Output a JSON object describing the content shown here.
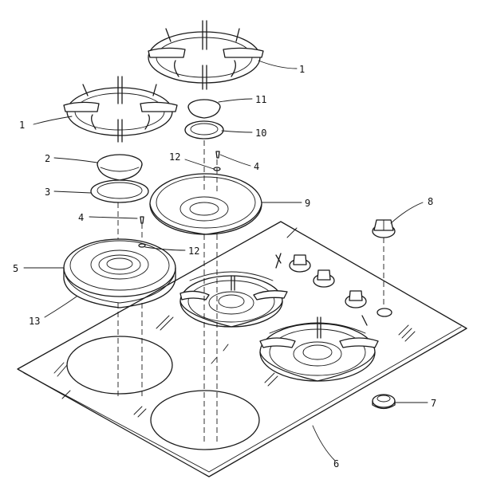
{
  "callouts": [
    {
      "id": "c1a",
      "text": "1"
    },
    {
      "id": "c1b",
      "text": "1"
    },
    {
      "id": "c2",
      "text": "2"
    },
    {
      "id": "c3",
      "text": "3"
    },
    {
      "id": "c4a",
      "text": "4"
    },
    {
      "id": "c4b",
      "text": "4"
    },
    {
      "id": "c5",
      "text": "5"
    },
    {
      "id": "c6",
      "text": "6"
    },
    {
      "id": "c7",
      "text": "7"
    },
    {
      "id": "c8",
      "text": "8"
    },
    {
      "id": "c9",
      "text": "9"
    },
    {
      "id": "c10",
      "text": "10"
    },
    {
      "id": "c11",
      "text": "11"
    },
    {
      "id": "c12a",
      "text": "12"
    },
    {
      "id": "c12b",
      "text": "12"
    },
    {
      "id": "c13",
      "text": "13"
    }
  ],
  "colors": {
    "line": "#1a1a1a",
    "background": "#ffffff"
  }
}
